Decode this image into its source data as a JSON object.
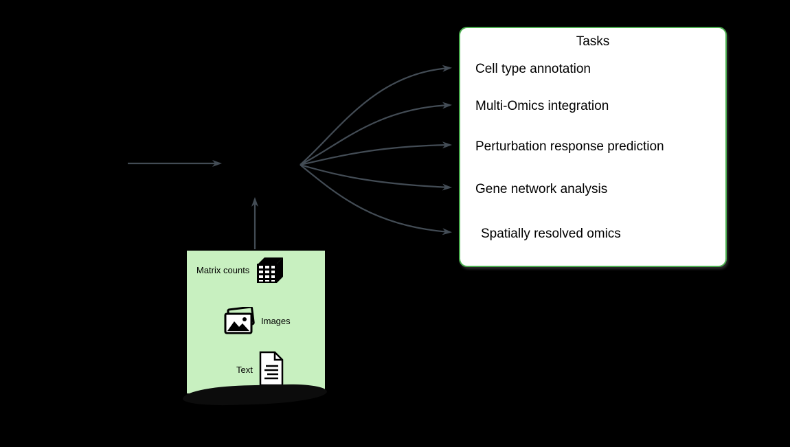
{
  "tasks_panel": {
    "title": "Tasks",
    "items": [
      "Cell type annotation",
      "Multi-Omics integration",
      "Perturbation response prediction",
      "Gene network analysis",
      "Spatially resolved omics"
    ]
  },
  "data_box": {
    "items": [
      {
        "label": "Matrix counts",
        "icon": "matrix-cube-icon"
      },
      {
        "label": "Images",
        "icon": "images-icon"
      },
      {
        "label": "Text",
        "icon": "text-document-icon"
      }
    ]
  },
  "colors": {
    "background": "#000000",
    "tasks_panel_fill": "#ffffff",
    "tasks_panel_border": "#4caf50",
    "data_box_fill": "#c8f0c0",
    "arrow": "#434c55",
    "text": "#000000"
  }
}
